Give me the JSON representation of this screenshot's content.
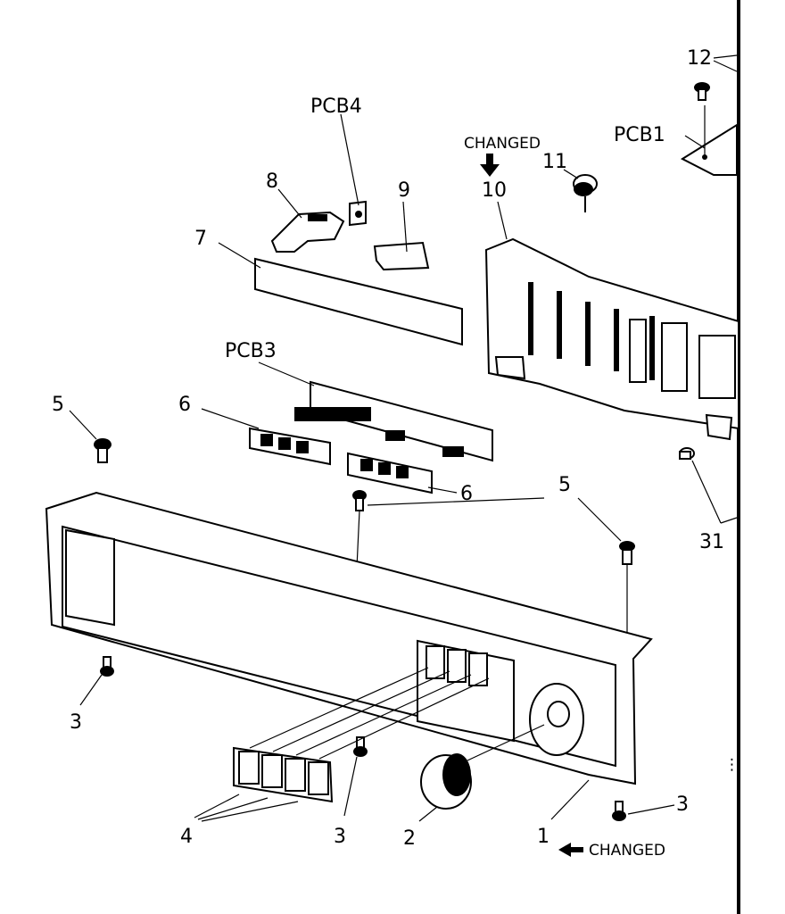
{
  "labels": {
    "pcb4": "PCB4",
    "pcb1": "PCB1",
    "pcb3": "PCB3",
    "changed_top": "CHANGED",
    "changed_bottom": "CHANGED",
    "n1": "1",
    "n2": "2",
    "n3a": "3",
    "n3b": "3",
    "n3c": "3",
    "n4": "4",
    "n5a": "5",
    "n5b": "5",
    "n6a": "6",
    "n6b": "6",
    "n7": "7",
    "n8": "8",
    "n9": "9",
    "n10": "10",
    "n11": "11",
    "n12": "12",
    "n31": "31"
  }
}
